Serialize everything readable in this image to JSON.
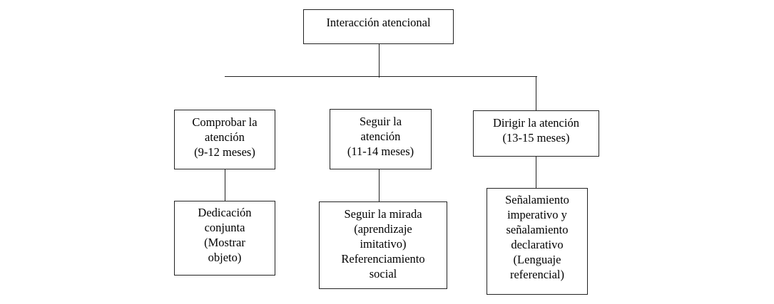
{
  "root": {
    "label": "Interacción atencional"
  },
  "branches": [
    {
      "stage": {
        "lines": [
          "Comprobar la",
          "atención",
          "(9-12 meses)"
        ]
      },
      "result": {
        "lines": [
          "Dedicación",
          "conjunta",
          "(Mostrar",
          "objeto)"
        ]
      }
    },
    {
      "stage": {
        "lines": [
          "Seguir la",
          "atención",
          "(11-14 meses)"
        ]
      },
      "result": {
        "lines": [
          "Seguir la mirada",
          "(aprendizaje",
          "imitativo)",
          "Referenciamiento",
          "social"
        ]
      }
    },
    {
      "stage": {
        "lines": [
          "Dirigir la atención",
          "(13-15 meses)"
        ]
      },
      "result": {
        "lines": [
          "Señalamiento",
          "imperativo y",
          "señalamiento",
          "declarativo",
          "(Lenguaje",
          "referencial)"
        ]
      }
    }
  ]
}
